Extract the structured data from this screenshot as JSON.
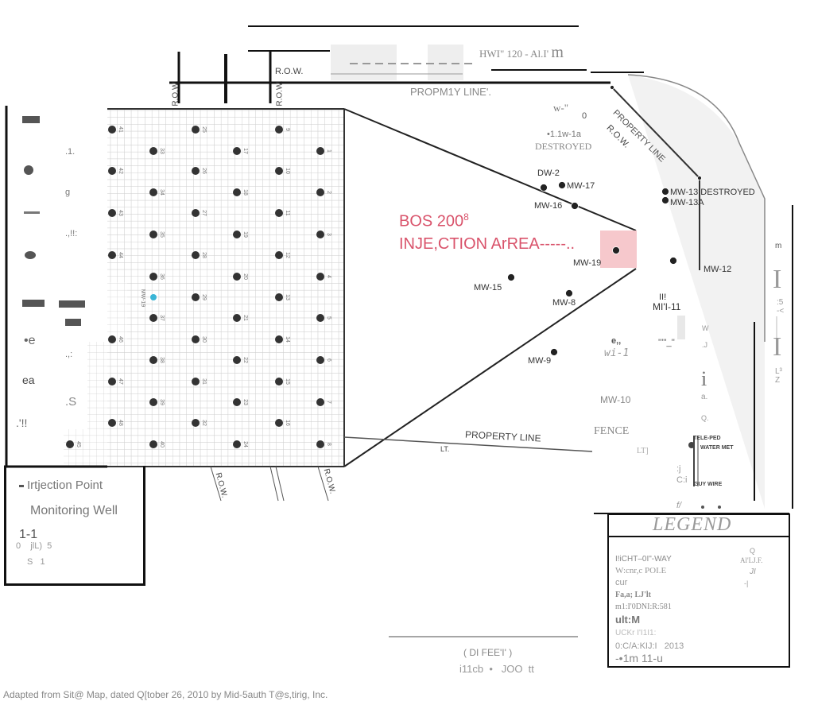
{
  "header": {
    "top_note": "HWI\" 120  -  Al.I'",
    "top_note_big": "m",
    "row_top": "R.O.W.",
    "property_line_top": "PROPM1Y LINE'.",
    "row_vertical_1": "R.O.W.",
    "row_vertical_2": "R.O.W."
  },
  "injection_area": {
    "line1": "BOS 200",
    "sup": "8",
    "line2": "INJE,CTION ArREA-----..",
    "highlight_color": "#f6c8cc",
    "text_color": "#d9536b"
  },
  "well_grid": {
    "numbers": [
      "1",
      "2",
      "3",
      "4",
      "5",
      "6",
      "7",
      "8",
      "9",
      "10",
      "11",
      "12",
      "13",
      "14",
      "15",
      "16",
      "17",
      "18",
      "19",
      "20",
      "21",
      "22",
      "23",
      "24",
      "25",
      "26",
      "27",
      "28",
      "29",
      "30",
      "31",
      "32",
      "33",
      "34",
      "35",
      "36",
      "37",
      "38",
      "39",
      "40",
      "41",
      "42",
      "43",
      "44",
      "45",
      "46",
      "47",
      "48"
    ],
    "highlight_well": "MW-19",
    "highlight_color": "#3ab5d6"
  },
  "monitoring_wells": {
    "mw_notes": [
      "w-\"",
      "0",
      "•1.1w-1a",
      "DESTROYED"
    ],
    "dw2": "DW-2",
    "mw17": "MW-17",
    "mw16": "MW-16",
    "mw19": "MW-19",
    "mw15": "MW-15",
    "mw8": "MW-8",
    "mw9": "MW-9",
    "mw13": "MW-13 DESTROYED",
    "mw13a": "MW-13A",
    "mw12": "MW-12",
    "mw11_top": "II!",
    "mw11": "MI'I-11",
    "mw10": "MW-10",
    "misc_e": "e,,",
    "misc_wi": "wi-1",
    "misc_quote": "'''''_''",
    "misc_w": "W",
    "misc_j": ".J",
    "misc_a": "a.",
    "misc_q": "Q.",
    "misc_i": "i",
    "fence": "FENCE",
    "lt_right": "LT]",
    "tele_ped": "TELE-PED",
    "water_meter": "WATER MET",
    "guy_wire": "GUY WIRE",
    "cj": ":j",
    "ci": "C:i",
    "f": "f/"
  },
  "lines": {
    "row_diagonal": "R.O.W.",
    "property_line_diagonal": "PROPERTY LINE",
    "property_line_bottom": "PROPERTY LINE",
    "lt": "LT.",
    "row_bottom_1": "R.O.W.",
    "row_bottom_2": "R.O.W."
  },
  "right_margin": {
    "m": "m",
    "s5": ":5\n-<",
    "z": "L³\nZ"
  },
  "left_legend_fragments": [
    ".1.",
    "g",
    ".,!!:",
    ".,:",
    ".S",
    ".'!!"
  ],
  "left_legend_e": "•e",
  "left_legend_ea": "ea",
  "legend_box_left": {
    "injection_point": "Irtjection Point",
    "monitoring_well": "Monitoring Well",
    "scale_title": "1-1",
    "scale_row1": "0    jlL)  5",
    "scale_row2": "S   1"
  },
  "legend": {
    "title": "LEGEND",
    "items": [
      "I!iCHT–0I\"-WAY",
      "W:cnr,c POI.E",
      "cur",
      "Fa,a;  LJ'lt",
      "m1:I'0DNI:R:581",
      "ult:M",
      "UCKr  I'I1I1:",
      "0:C/A:KIJ:I   2013",
      "-•1m 11-u"
    ],
    "right_items": [
      "Q",
      "Al'LJ.F.",
      "JI",
      "-|"
    ]
  },
  "scale": {
    "label": "( DI  FEE'I' )",
    "value": "i11cb  •   JOO  tt"
  },
  "footer": {
    "credit": "Adapted from Sit@ Map, dated Q[tober 26, 2010 by Mid-5auth T@s,tirig, Inc."
  }
}
